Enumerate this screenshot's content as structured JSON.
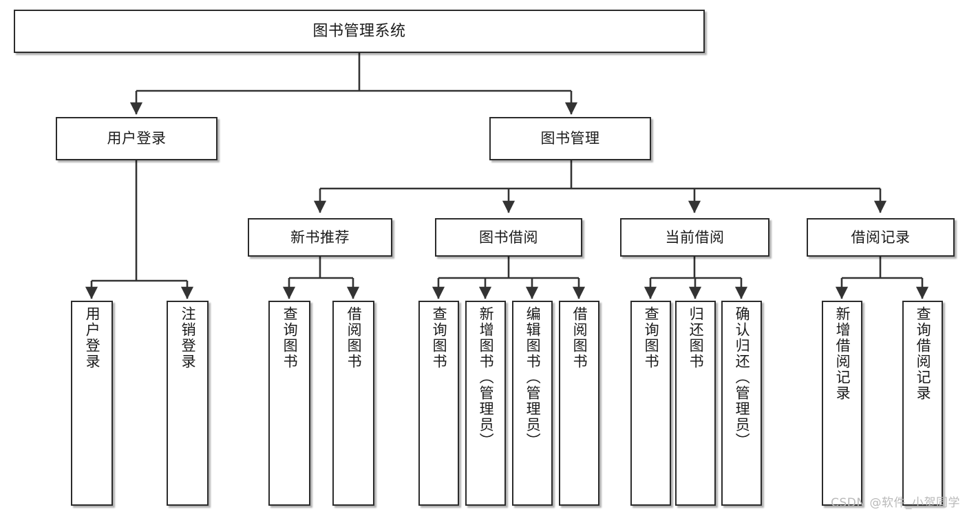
{
  "diagram": {
    "type": "tree-hierarchy-chart",
    "title": "图书管理系统",
    "watermark": "CSDN @软件_小贺同学",
    "colors": {
      "background": "#ffffff",
      "box_border": "#2b2b2b",
      "box_fill": "#ffffff",
      "connector": "#333333",
      "text": "#1a1a1a",
      "watermark": "#b9b9b9"
    },
    "nodes": {
      "root": {
        "label": "图书管理系统"
      },
      "level2": [
        {
          "id": "user-login",
          "label": "用户登录"
        },
        {
          "id": "book-management",
          "label": "图书管理"
        }
      ],
      "level3": [
        {
          "id": "new-book-recommend",
          "label": "新书推荐"
        },
        {
          "id": "book-borrow",
          "label": "图书借阅"
        },
        {
          "id": "current-borrow",
          "label": "当前借阅"
        },
        {
          "id": "borrow-record",
          "label": "借阅记录"
        }
      ],
      "leaves": {
        "user-login": [
          {
            "id": "leaf-user-login",
            "label": "用户登录"
          },
          {
            "id": "leaf-logout-login",
            "label": "注销登录"
          }
        ],
        "new-book-recommend": [
          {
            "id": "leaf-query-book-1",
            "label": "查询图书"
          },
          {
            "id": "leaf-borrow-book-1",
            "label": "借阅图书"
          }
        ],
        "book-borrow": [
          {
            "id": "leaf-query-book-2",
            "label": "查询图书"
          },
          {
            "id": "leaf-add-book-admin",
            "label": "新增图书（管理员）"
          },
          {
            "id": "leaf-edit-book-admin",
            "label": "编辑图书（管理员）"
          },
          {
            "id": "leaf-borrow-book-2",
            "label": "借阅图书"
          }
        ],
        "current-borrow": [
          {
            "id": "leaf-query-book-3",
            "label": "查询图书"
          },
          {
            "id": "leaf-return-book",
            "label": "归还图书"
          },
          {
            "id": "leaf-confirm-return-admin",
            "label": "确认归还（管理员）"
          }
        ],
        "borrow-record": [
          {
            "id": "leaf-add-borrow-record",
            "label": "新增借阅记录"
          },
          {
            "id": "leaf-query-borrow-record",
            "label": "查询借阅记录"
          }
        ]
      }
    }
  }
}
